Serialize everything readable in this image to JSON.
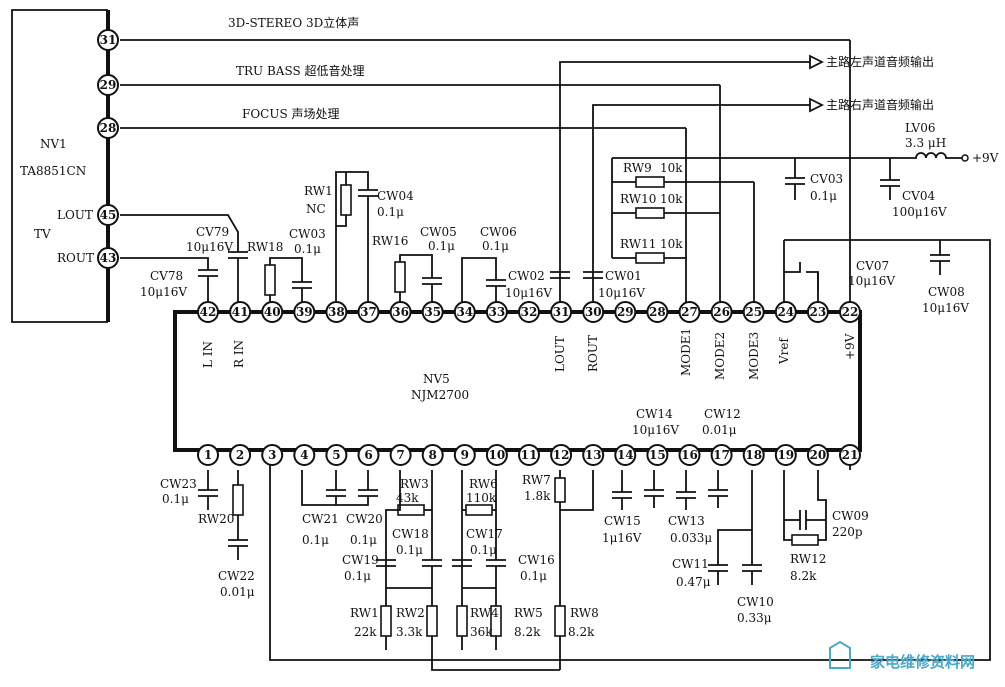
{
  "chips": {
    "nv1": {
      "name": "NV1",
      "part": "TA8851CN",
      "label_tv": "TV",
      "lout": "LOUT",
      "rout": "ROUT",
      "pins": [
        {
          "n": "31"
        },
        {
          "n": "29"
        },
        {
          "n": "28"
        },
        {
          "n": "45"
        },
        {
          "n": "43"
        }
      ]
    },
    "nv5": {
      "name": "NV5",
      "part": "NJM2700",
      "top_pins": [
        "42",
        "41",
        "40",
        "39",
        "38",
        "37",
        "36",
        "35",
        "34",
        "33",
        "32",
        "31",
        "30",
        "29",
        "28",
        "27",
        "26",
        "25",
        "24",
        "23",
        "22"
      ],
      "bottom_pins": [
        "1",
        "2",
        "3",
        "4",
        "5",
        "6",
        "7",
        "8",
        "9",
        "10",
        "11",
        "12",
        "13",
        "14",
        "15",
        "16",
        "17",
        "18",
        "19",
        "20",
        "21"
      ],
      "pin_names": [
        "L IN",
        "R IN",
        "LOUT",
        "ROUT",
        "MODE1",
        "MODE2",
        "MODE3",
        "Vref",
        "+9V"
      ]
    }
  },
  "signals": [
    {
      "text": "3D-STEREO  3D立体声"
    },
    {
      "text": "TRU BASS  超低音处理"
    },
    {
      "text": "FOCUS 声场处理"
    },
    {
      "text": "主路左声道音频输出"
    },
    {
      "text": "主路右声道音频输出"
    }
  ],
  "supply": {
    "text": "+9V"
  },
  "components": [
    {
      "text": "LV06"
    },
    {
      "text": "3.3 μH"
    },
    {
      "text": "CV03"
    },
    {
      "text": "0.1μ"
    },
    {
      "text": "CV04"
    },
    {
      "text": "100μ16V"
    },
    {
      "text": "RW9"
    },
    {
      "text": "10k"
    },
    {
      "text": "RW10"
    },
    {
      "text": "10k"
    },
    {
      "text": "RW11"
    },
    {
      "text": "10k"
    },
    {
      "text": "CV07"
    },
    {
      "text": "10μ16V"
    },
    {
      "text": "CW08"
    },
    {
      "text": "10μ16V"
    },
    {
      "text": "RW1"
    },
    {
      "text": "NC"
    },
    {
      "text": "CW04"
    },
    {
      "text": "0.1μ"
    },
    {
      "text": "RW16"
    },
    {
      "text": "CW05"
    },
    {
      "text": "0.1μ"
    },
    {
      "text": "CW06"
    },
    {
      "text": "0.1μ"
    },
    {
      "text": "CW02"
    },
    {
      "text": "10μ16V"
    },
    {
      "text": "CW01"
    },
    {
      "text": "10μ16V"
    },
    {
      "text": "CV79"
    },
    {
      "text": "10μ16V"
    },
    {
      "text": "RW18"
    },
    {
      "text": "CW03"
    },
    {
      "text": "0.1μ"
    },
    {
      "text": "CV78"
    },
    {
      "text": "10μ16V"
    },
    {
      "text": "CW23"
    },
    {
      "text": "0.1μ"
    },
    {
      "text": "RW20"
    },
    {
      "text": "CW22"
    },
    {
      "text": "0.01μ"
    },
    {
      "text": "CW21"
    },
    {
      "text": "0.1μ"
    },
    {
      "text": "CW20"
    },
    {
      "text": "0.1μ"
    },
    {
      "text": "RW3"
    },
    {
      "text": "43k"
    },
    {
      "text": "CW18"
    },
    {
      "text": "0.1μ"
    },
    {
      "text": "CW19"
    },
    {
      "text": "0.1μ"
    },
    {
      "text": "RW6"
    },
    {
      "text": "110k"
    },
    {
      "text": "CW17"
    },
    {
      "text": "0.1μ"
    },
    {
      "text": "CW16"
    },
    {
      "text": "0.1μ"
    },
    {
      "text": "RW7"
    },
    {
      "text": "1.8k"
    },
    {
      "text": "RW1"
    },
    {
      "text": "22k"
    },
    {
      "text": "RW2"
    },
    {
      "text": "3.3k"
    },
    {
      "text": "RW4"
    },
    {
      "text": "36k"
    },
    {
      "text": "RW5"
    },
    {
      "text": "8.2k"
    },
    {
      "text": "RW8"
    },
    {
      "text": "8.2k"
    },
    {
      "text": "CW14"
    },
    {
      "text": "10μ16V"
    },
    {
      "text": "CW12"
    },
    {
      "text": "0.01μ"
    },
    {
      "text": "CW15"
    },
    {
      "text": "1μ16V"
    },
    {
      "text": "CW13"
    },
    {
      "text": "0.033μ"
    },
    {
      "text": "CW11"
    },
    {
      "text": "0.47μ"
    },
    {
      "text": "CW10"
    },
    {
      "text": "0.33μ"
    },
    {
      "text": "CW09"
    },
    {
      "text": "220p"
    },
    {
      "text": "RW12"
    },
    {
      "text": "8.2k"
    }
  ],
  "watermark": {
    "text": "家电维修资料网"
  }
}
